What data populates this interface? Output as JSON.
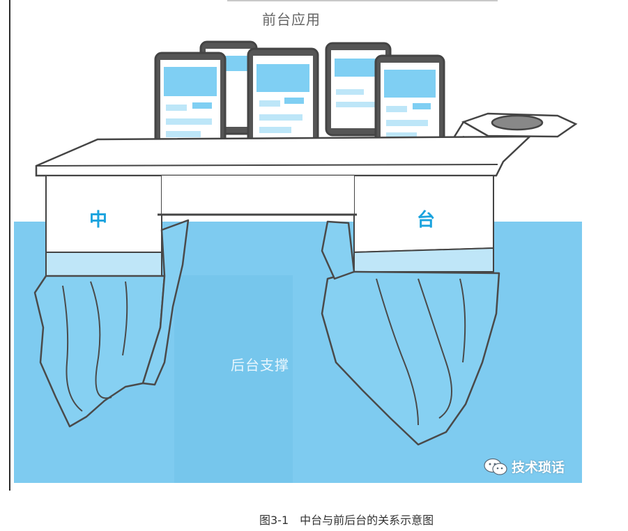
{
  "labels": {
    "front": "前台应用",
    "zhong": "中",
    "tai": "台",
    "back": "后台支撑"
  },
  "watermark": {
    "icon": "wechat-icon",
    "text": "技术琐话"
  },
  "caption": "图3-1　中台与前后台的关系示意图",
  "colors": {
    "water": "#7ecbf0",
    "water_dark": "#5fb8e6",
    "ice": "#bfe6f8",
    "outline": "#4a4a4a",
    "accent_text": "#1aa3de",
    "screen": "#7fcff3",
    "screen_bar": "#bde6f8"
  }
}
